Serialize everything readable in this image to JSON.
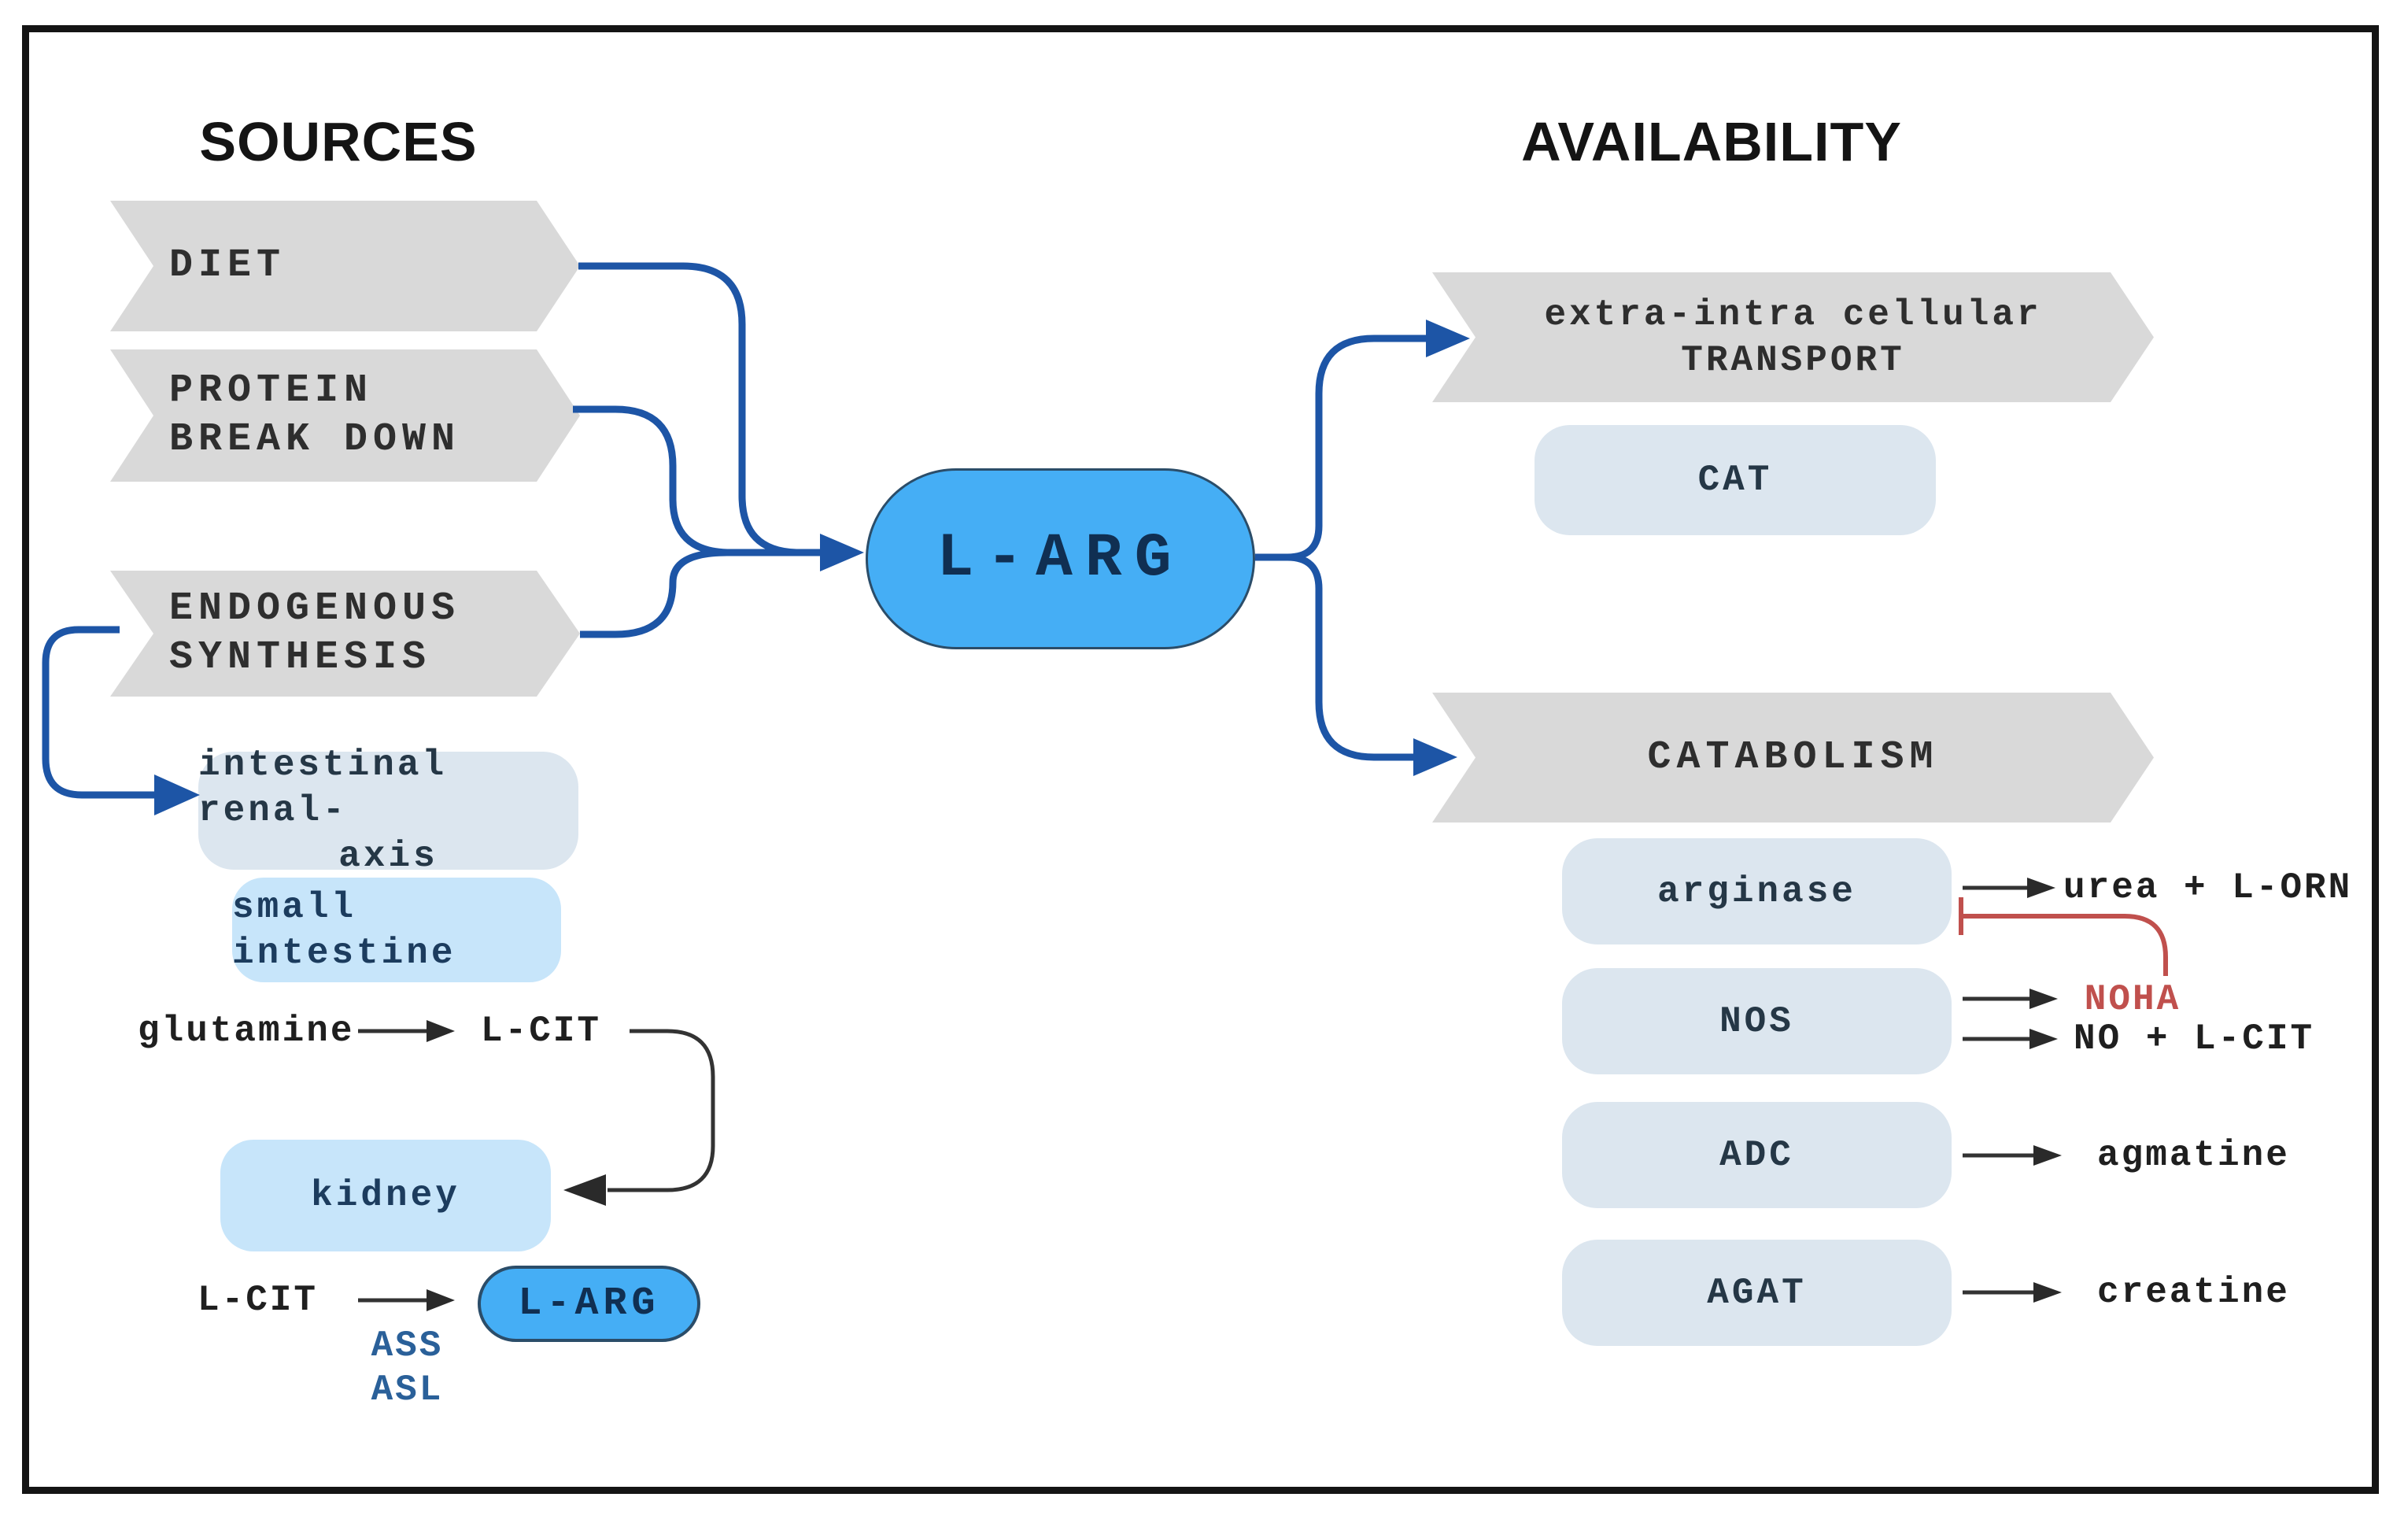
{
  "sources": {
    "title": "SOURCES",
    "diet": "DIET",
    "protein_line1": "PROTEIN",
    "protein_line2": "BREAK DOWN",
    "endogenous_line1": "ENDOGENOUS",
    "endogenous_line2": "SYNTHESIS",
    "renal_line1": "intestinal renal-",
    "renal_line2": "axis",
    "small_intestine": "small intestine",
    "glutamine": "glutamine",
    "l_cit": "L-CIT",
    "kidney": "kidney",
    "l_cit2": "L-CIT",
    "ass": "ASS",
    "asl": "ASL",
    "l_arg_product": "L-ARG"
  },
  "center": {
    "l_arg": "L-ARG"
  },
  "availability": {
    "title": "AVAILABILITY",
    "transport_line1": "extra-intra cellular",
    "transport_line2": "TRANSPORT",
    "cat": "CAT",
    "catabolism": "CATABOLISM",
    "arginase": "arginase",
    "arginase_product": "urea + L-ORN",
    "nos": "NOS",
    "noha": "NOHA",
    "nos_product": "NO + L-CIT",
    "adc": "ADC",
    "adc_product": "agmatine",
    "agat": "AGAT",
    "agat_product": "creatine"
  },
  "colors": {
    "banner_gray": "#d9d9d9",
    "enzyme_box": "#dce6ef",
    "organ_box": "#c7e5fa",
    "node_blue_fill": "#45aef5",
    "node_border": "#2b4d69",
    "connector_blue": "#1d55a6",
    "connector_black": "#333333",
    "inhibitor_red": "#c0504d",
    "navy_text": "#16365c",
    "enzyme_blue_text": "#2a6099",
    "frame_black": "#141414"
  }
}
